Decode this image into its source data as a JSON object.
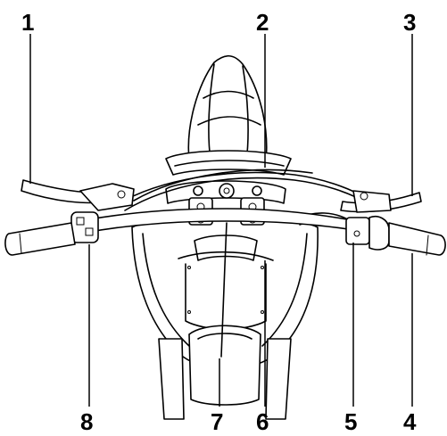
{
  "figure": {
    "ink_color": "#000000",
    "background": "#ffffff",
    "callouts": [
      {
        "id": "1",
        "label": "1"
      },
      {
        "id": "2",
        "label": "2"
      },
      {
        "id": "3",
        "label": "3"
      },
      {
        "id": "4",
        "label": "4"
      },
      {
        "id": "5",
        "label": "5"
      },
      {
        "id": "6",
        "label": "6"
      },
      {
        "id": "7",
        "label": "7"
      },
      {
        "id": "8",
        "label": "8"
      }
    ]
  }
}
